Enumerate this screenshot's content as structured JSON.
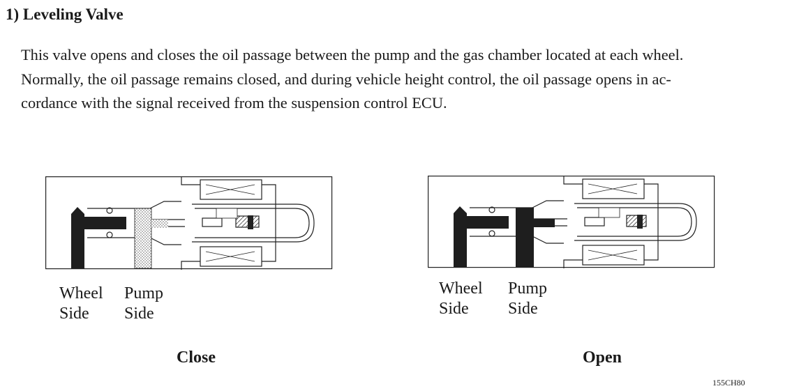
{
  "section": {
    "heading": "1)  Leveling Valve"
  },
  "description": {
    "lines": [
      "This valve opens and closes the oil passage between the pump and the gas chamber located at each wheel.",
      "Normally, the oil passage remains closed, and during vehicle height control, the oil passage opens in ac-",
      "cordance with the signal received from the suspension control ECU."
    ]
  },
  "figures": [
    {
      "wheel_label": [
        "Wheel",
        "Side"
      ],
      "pump_label": [
        "Pump",
        "Side"
      ],
      "caption": "Close"
    },
    {
      "wheel_label": [
        "Wheel",
        "Side"
      ],
      "pump_label": [
        "Pump",
        "Side"
      ],
      "caption": "Open"
    }
  ],
  "figure_code": "155CH80"
}
